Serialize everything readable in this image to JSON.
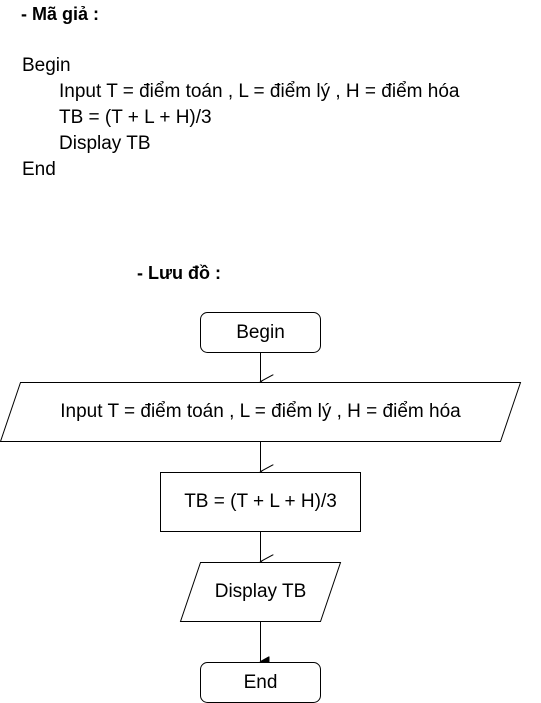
{
  "pseudocode": {
    "heading": "- Mã giả :",
    "lines": [
      "Begin",
      "Input T = điểm toán , L = điểm lý , H = điểm hóa",
      "TB = (T + L + H)/3",
      "Display TB",
      "End"
    ]
  },
  "flowchart": {
    "heading": "- Lưu đồ :",
    "nodes": [
      {
        "label": "Begin",
        "shape": "rounded-rect"
      },
      {
        "label": "Input T = điểm toán , L = điểm lý , H = điểm hóa",
        "shape": "parallelogram"
      },
      {
        "label": "TB = (T + L + H)/3",
        "shape": "rect"
      },
      {
        "label": "Display TB",
        "shape": "parallelogram"
      },
      {
        "label": "End",
        "shape": "rounded-rect"
      }
    ],
    "colors": {
      "stroke": "#000000",
      "fill": "#ffffff",
      "text": "#000000"
    }
  }
}
